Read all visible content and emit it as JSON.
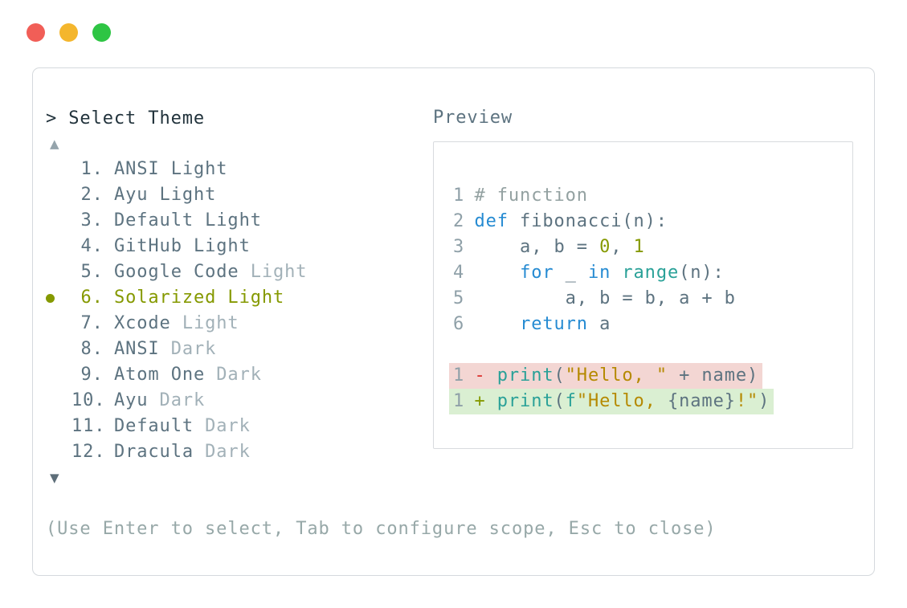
{
  "window": {
    "controls": [
      {
        "name": "close",
        "color": "#f15e57"
      },
      {
        "name": "minimize",
        "color": "#f4b62d"
      },
      {
        "name": "zoom",
        "color": "#2ec544"
      }
    ]
  },
  "header": {
    "prompt": "> Select Theme",
    "preview_label": "Preview"
  },
  "scroll": {
    "up_icon": "▲",
    "down_icon": "▼"
  },
  "theme_list": {
    "items": [
      {
        "num": "1.",
        "name": "ANSI",
        "variant": "Light",
        "dim_variant": false,
        "selected": false
      },
      {
        "num": "2.",
        "name": "Ayu",
        "variant": "Light",
        "dim_variant": false,
        "selected": false
      },
      {
        "num": "3.",
        "name": "Default",
        "variant": "Light",
        "dim_variant": false,
        "selected": false
      },
      {
        "num": "4.",
        "name": "GitHub",
        "variant": "Light",
        "dim_variant": false,
        "selected": false
      },
      {
        "num": "5.",
        "name": "Google Code",
        "variant": "Light",
        "dim_variant": true,
        "selected": false
      },
      {
        "num": "6.",
        "name": "Solarized",
        "variant": "Light",
        "dim_variant": false,
        "selected": true
      },
      {
        "num": "7.",
        "name": "Xcode",
        "variant": "Light",
        "dim_variant": true,
        "selected": false
      },
      {
        "num": "8.",
        "name": "ANSI",
        "variant": "Dark",
        "dim_variant": true,
        "selected": false
      },
      {
        "num": "9.",
        "name": "Atom One",
        "variant": "Dark",
        "dim_variant": true,
        "selected": false
      },
      {
        "num": "10.",
        "name": "Ayu",
        "variant": "Dark",
        "dim_variant": true,
        "selected": false
      },
      {
        "num": "11.",
        "name": "Default",
        "variant": "Dark",
        "dim_variant": true,
        "selected": false
      },
      {
        "num": "12.",
        "name": "Dracula",
        "variant": "Dark",
        "dim_variant": true,
        "selected": false
      }
    ]
  },
  "preview": {
    "code_lines": [
      {
        "ln": "1",
        "diff": "",
        "tokens": [
          {
            "c": "comment",
            "t": "# function"
          }
        ]
      },
      {
        "ln": "2",
        "diff": "",
        "tokens": [
          {
            "c": "kw",
            "t": "def"
          },
          {
            "c": "base",
            "t": " fibonacci(n):"
          }
        ]
      },
      {
        "ln": "3",
        "diff": "",
        "tokens": [
          {
            "c": "base",
            "t": "    a, b = "
          },
          {
            "c": "num",
            "t": "0"
          },
          {
            "c": "base",
            "t": ", "
          },
          {
            "c": "num",
            "t": "1"
          }
        ]
      },
      {
        "ln": "4",
        "diff": "",
        "tokens": [
          {
            "c": "base",
            "t": "    "
          },
          {
            "c": "kw",
            "t": "for"
          },
          {
            "c": "base",
            "t": " _ "
          },
          {
            "c": "kw",
            "t": "in"
          },
          {
            "c": "base",
            "t": " "
          },
          {
            "c": "fn",
            "t": "range"
          },
          {
            "c": "base",
            "t": "(n):"
          }
        ]
      },
      {
        "ln": "5",
        "diff": "",
        "tokens": [
          {
            "c": "base",
            "t": "        a, b = b, a + b"
          }
        ]
      },
      {
        "ln": "6",
        "diff": "",
        "tokens": [
          {
            "c": "base",
            "t": "    "
          },
          {
            "c": "kw",
            "t": "return"
          },
          {
            "c": "base",
            "t": " a"
          }
        ]
      },
      {
        "ln": "",
        "diff": "",
        "tokens": []
      },
      {
        "ln": "1",
        "diff": "removed",
        "tokens": [
          {
            "c": "red",
            "t": "- "
          },
          {
            "c": "fn",
            "t": "print"
          },
          {
            "c": "base",
            "t": "("
          },
          {
            "c": "str",
            "t": "\"Hello, \""
          },
          {
            "c": "base",
            "t": " + name)"
          }
        ]
      },
      {
        "ln": "1",
        "diff": "added",
        "tokens": [
          {
            "c": "green",
            "t": "+ "
          },
          {
            "c": "fn",
            "t": "print"
          },
          {
            "c": "base",
            "t": "("
          },
          {
            "c": "fn",
            "t": "f"
          },
          {
            "c": "str",
            "t": "\"Hello, "
          },
          {
            "c": "base",
            "t": "{name}"
          },
          {
            "c": "str",
            "t": "!\""
          },
          {
            "c": "base",
            "t": ")"
          }
        ]
      }
    ]
  },
  "footer": {
    "hint": "(Use Enter to select, Tab to configure scope, Esc to close)"
  },
  "colors": {
    "accent_selected": "#859900",
    "text_primary": "#22333c",
    "text_slate": "#5d7380",
    "text_dim": "#a2b1b8",
    "line_number": "#8fa0a8",
    "syntax_blue": "#268bd2",
    "syntax_teal": "#2aa198",
    "syntax_gold": "#b58900",
    "syntax_olive": "#859900",
    "syntax_red": "#dc322f",
    "diff_removed_bg": "#f3d6d3",
    "diff_added_bg": "#daefd2",
    "traffic_red": "#f15e57",
    "traffic_yellow": "#f4b62d",
    "traffic_green": "#2ec544"
  }
}
